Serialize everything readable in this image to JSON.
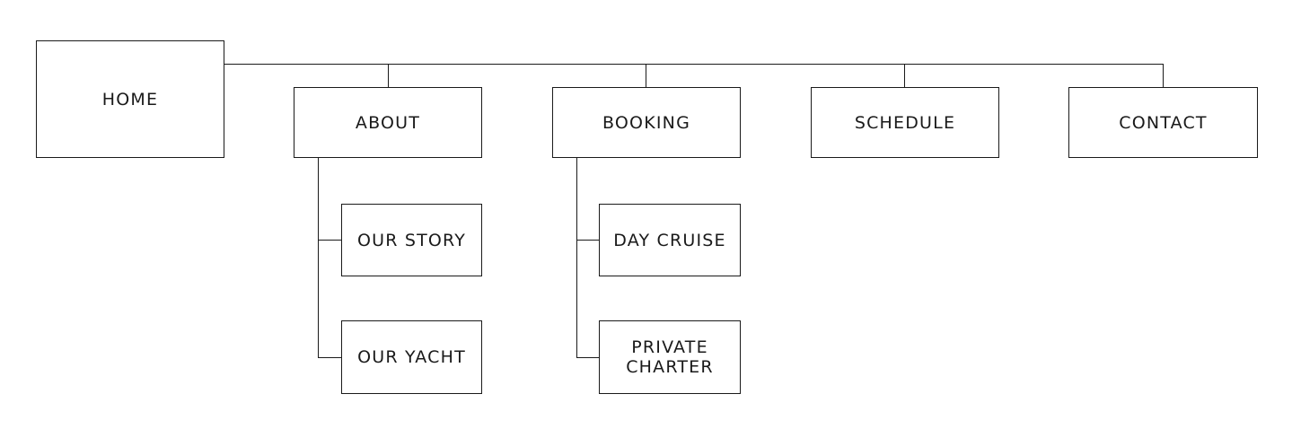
{
  "sitemap": {
    "home": "HOME",
    "about": {
      "label": "ABOUT",
      "children": [
        "OUR STORY",
        "OUR YACHT"
      ]
    },
    "booking": {
      "label": "BOOKING",
      "children": [
        "DAY CRUISE",
        "PRIVATE\nCHARTER"
      ]
    },
    "schedule": "SCHEDULE",
    "contact": "CONTACT"
  },
  "colors": {
    "line": "#1a1a1a",
    "background": "#ffffff",
    "text": "#1a1a1a"
  }
}
